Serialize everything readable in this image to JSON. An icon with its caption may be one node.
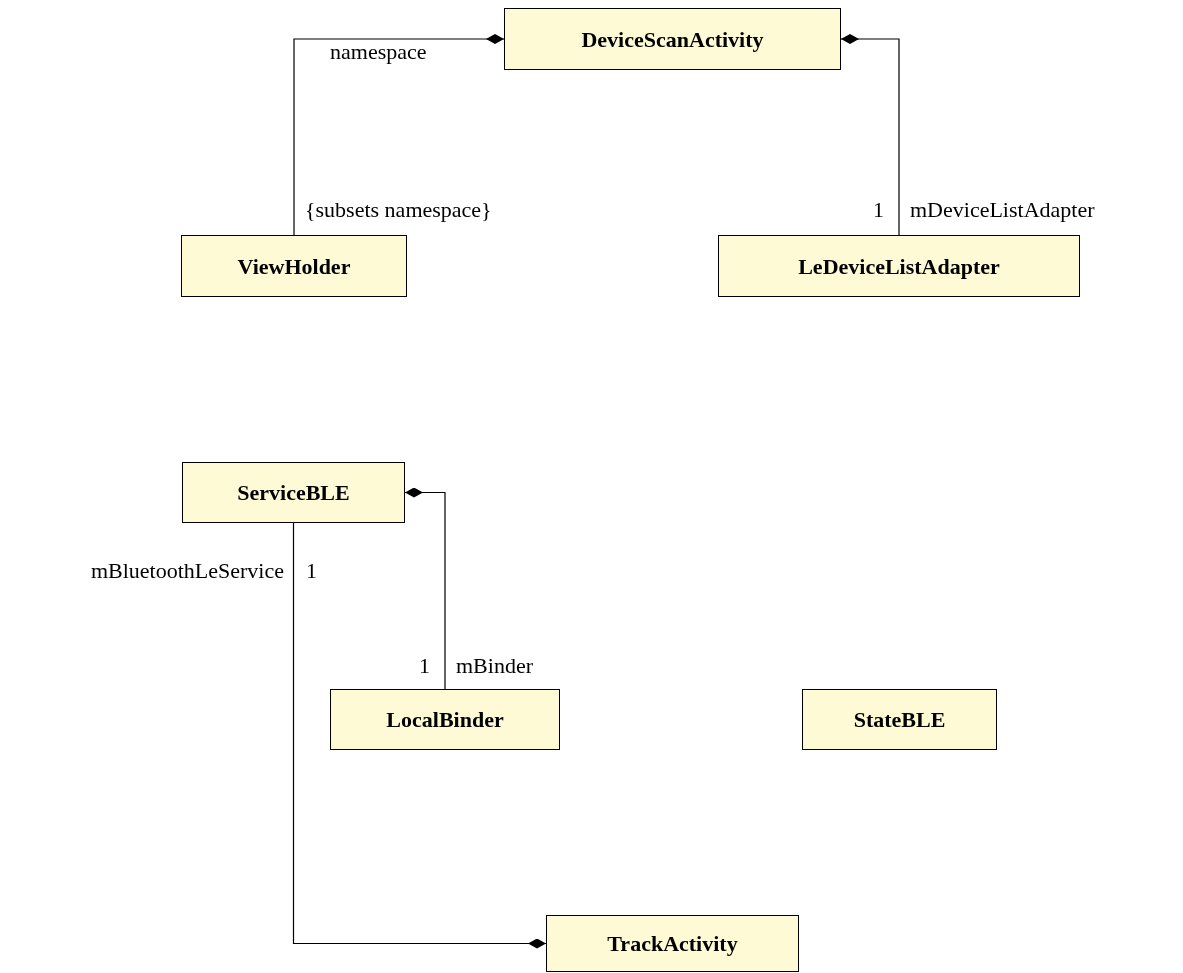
{
  "diagram": {
    "nodes": [
      {
        "text": [
          "DeviceScanActivity"
        ]
      },
      {
        "text": [
          "ViewHolder"
        ]
      },
      {
        "text": [
          "LeDeviceListAdapter"
        ]
      },
      {
        "text": [
          "ServiceBLE"
        ]
      },
      {
        "text": [
          "LocalBinder"
        ]
      },
      {
        "text": [
          "StateBLE"
        ]
      },
      {
        "text": [
          "TrackActivity"
        ]
      }
    ],
    "edges": [
      {
        "from": 1,
        "to": 0,
        "arrow": "other",
        "label": "namespace"
      },
      {
        "from": 2,
        "to": 0,
        "arrow": "other",
        "label": "mDeviceListAdapter"
      },
      {
        "from": 4,
        "to": 3,
        "arrow": "other",
        "label": "mBinder"
      },
      {
        "from": 3,
        "to": 6,
        "arrow": "other",
        "label": "mBluetoothLeService"
      }
    ],
    "labels": [
      "{subsets namespace}",
      "1",
      "1",
      "1"
    ]
  }
}
